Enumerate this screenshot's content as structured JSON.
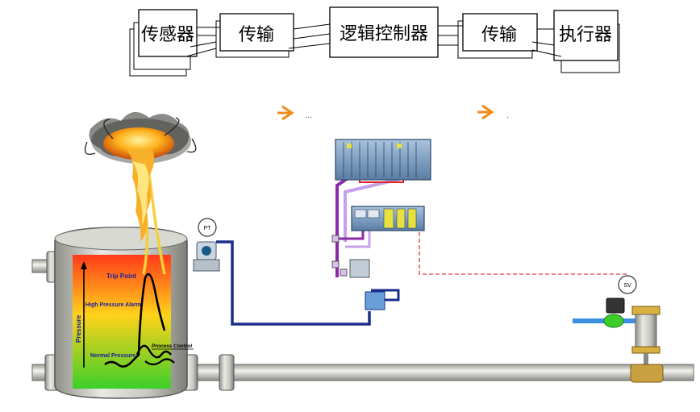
{
  "flow": {
    "sensor": "传感器",
    "transmit_1": "传输",
    "controller": "逻辑控制器",
    "transmit_2": "传输",
    "actuator": "执行器",
    "arrow_1_text": "...",
    "arrow_2_text": "."
  },
  "vessel": {
    "trip_point": "Trip Point",
    "high_alarm": "High Pressure Alarm",
    "process_control": "Process Control",
    "normal_pressure": "Normal Pressure",
    "axis_label": "Pressure"
  },
  "instruments": {
    "pt_tag": "PT",
    "sv_tag": "SV"
  },
  "colors": {
    "arrow": "#f08a1a",
    "signal_blue": "#1a2f8c",
    "signal_purple": "#8a2aa8",
    "signal_lilac": "#c8a0e8",
    "signal_red": "#e0282a",
    "dashed_red": "#e86060",
    "valve_pipe": "#3a8fe0"
  }
}
